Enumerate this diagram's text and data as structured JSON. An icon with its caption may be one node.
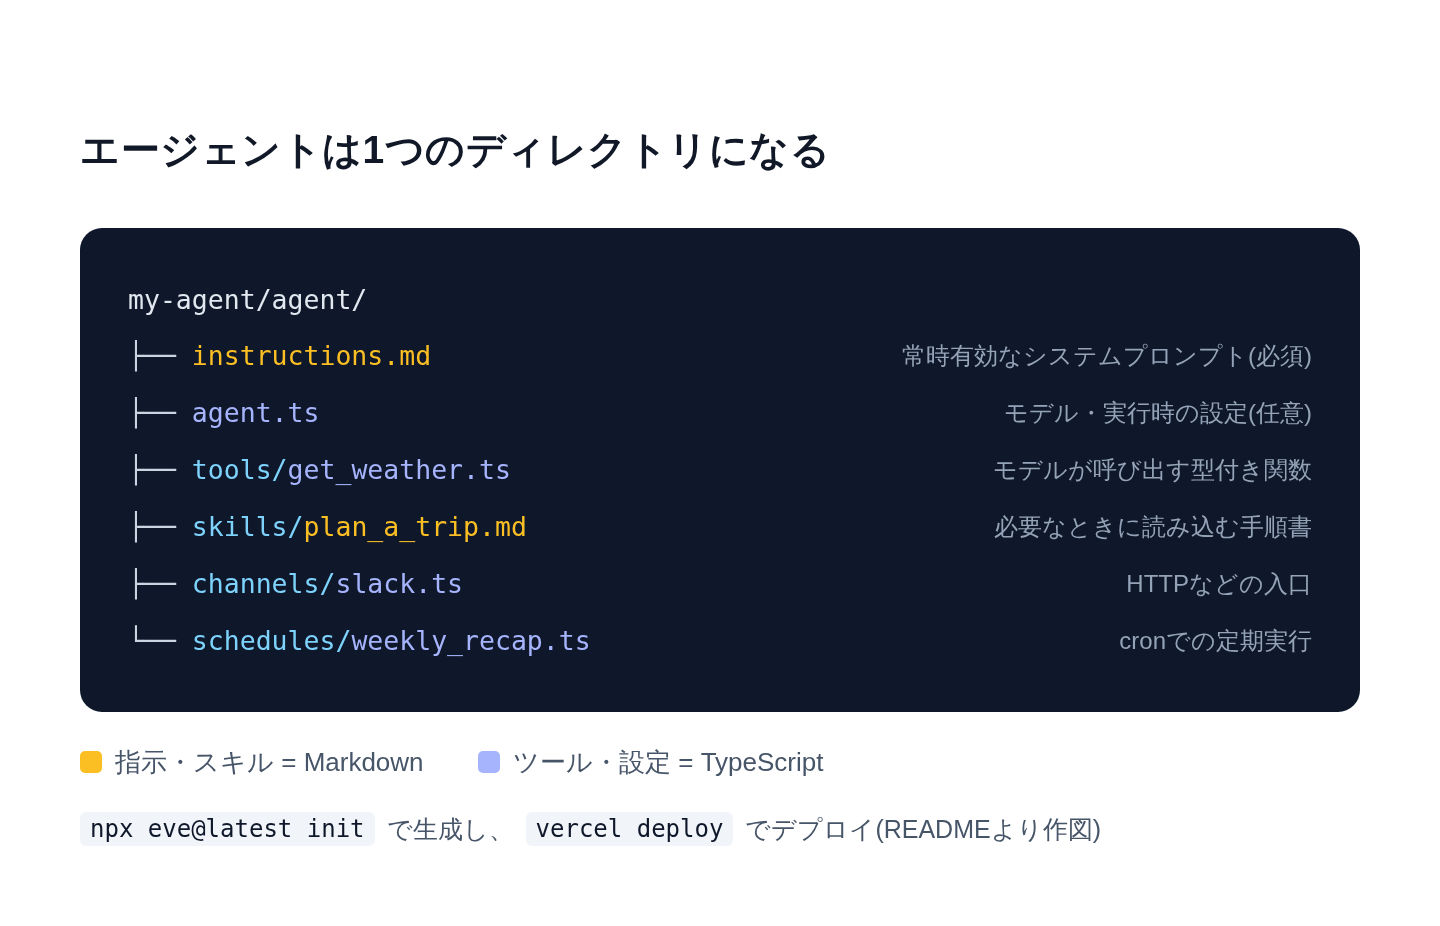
{
  "diagram": {
    "title": "エージェントは1つのディレクトリになる",
    "nodes": [
      {
        "text": [
          "my-agent/agent/",
          "├── instructions.md",
          "常時有効なシステムプロンプト(必須)",
          "├── agent.ts",
          "モデル・実行時の設定(任意)",
          "├── tools/get_weather.ts",
          "モデルが呼び出す型付き関数",
          "├── skills/plan_a_trip.md",
          "必要なときに読み込む手順書",
          "├── channels/slack.ts",
          "HTTPなどの入口",
          "└── schedules/weekly_recap.ts",
          "cronでの定期実行"
        ]
      }
    ],
    "labels": [
      "npx eve@latest init",
      "で生成し、",
      "vercel deploy",
      "でデプロイ(READMEより作図)"
    ],
    "legend": [
      {
        "text": "指示・スキル = Markdown",
        "color": "#fbbf24"
      },
      {
        "text": "ツール・設定 = TypeScript",
        "color": "#a5b4fc"
      }
    ]
  }
}
